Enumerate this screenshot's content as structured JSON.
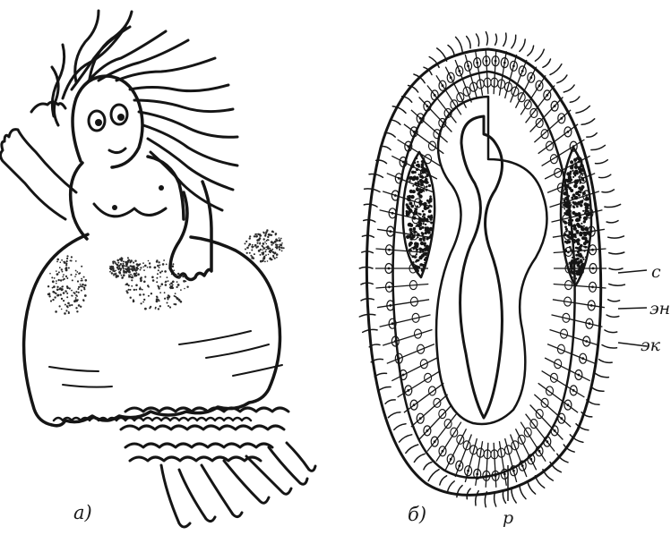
{
  "figure": {
    "panel_a": {
      "label": "а)"
    },
    "panel_b": {
      "label": "б)"
    },
    "labels": {
      "c": "с",
      "en": "эн",
      "ek": "эк",
      "r": "р"
    }
  },
  "colors": {
    "ink": "#151515",
    "paper": "#ffffff",
    "stipple": "#2a2a2a"
  }
}
